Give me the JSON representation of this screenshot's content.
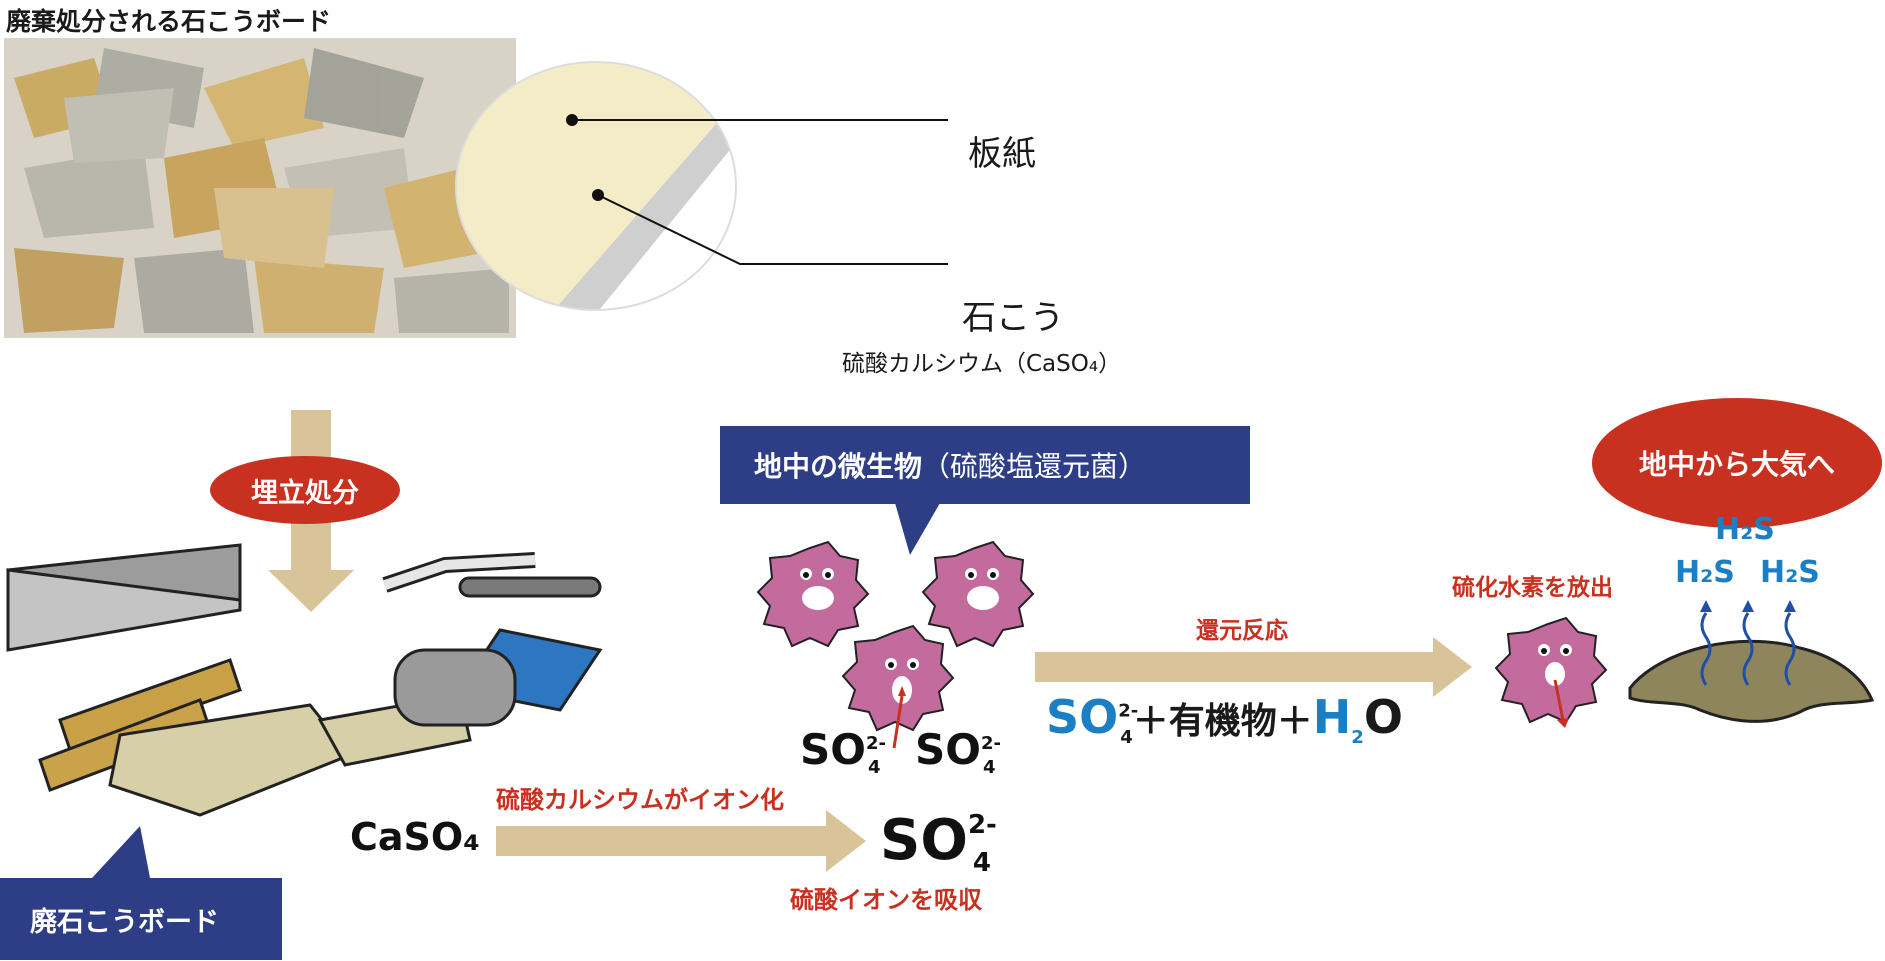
{
  "title": "廃棄処分される石こうボード",
  "photo": {
    "layer1_label": "板紙",
    "layer2_label": "石こう",
    "layer2_sub": "硫酸カルシウム（CaSO₄）"
  },
  "step_landfill": "埋立処分",
  "waste_board_label": "廃石こうボード",
  "formula_caso4": "CaSO₄",
  "ionize_label": "硫酸カルシウムがイオン化",
  "absorb_label": "硫酸イオンを吸収",
  "microbe_box": {
    "main": "地中の微生物",
    "sub": "（硫酸塩還元菌）"
  },
  "reduction_label": "還元反応",
  "equation": {
    "so4": "SO",
    "plus1": "＋有機物＋",
    "h2o_h": "H",
    "h2o_o": "O",
    "h2o_sub": "2"
  },
  "release_label": "硫化水素を放出",
  "atmosphere_label": "地中から大気へ",
  "h2s": "H₂S",
  "ion": {
    "base": "SO",
    "sup": "2-",
    "sub": "4"
  },
  "colors": {
    "red": "#c8311f",
    "navy": "#2e3e86",
    "arrow": "#d9c49a",
    "blue": "#1a7fc4",
    "microbe": "#c46b9e"
  }
}
